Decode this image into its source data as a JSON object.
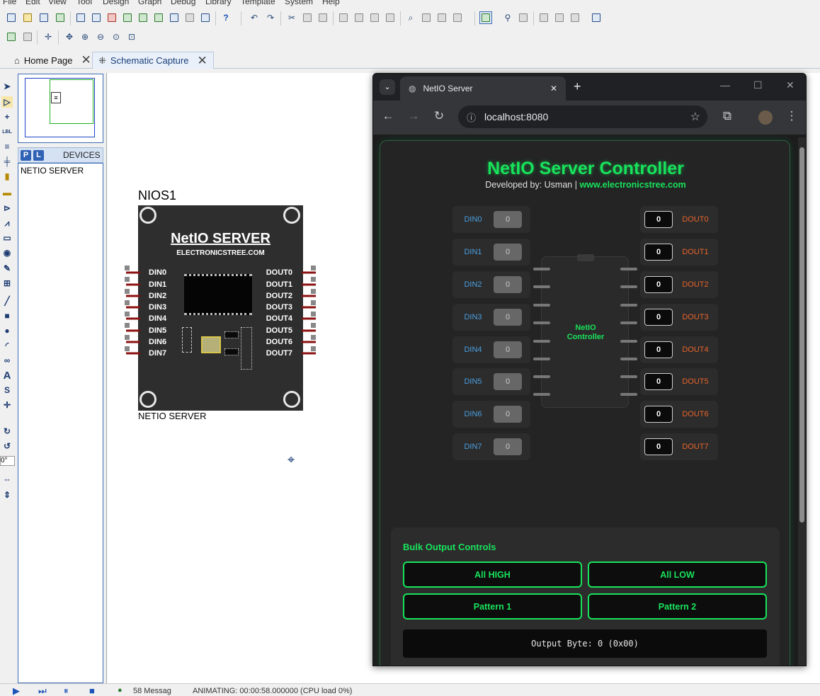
{
  "menu": [
    "File",
    "Edit",
    "View",
    "Tool",
    "Design",
    "Graph",
    "Debug",
    "Library",
    "Template",
    "System",
    "Help"
  ],
  "tabs": [
    {
      "label": "Home Page",
      "icon": "home-icon"
    },
    {
      "label": "Schematic Capture",
      "icon": "schematic-icon"
    }
  ],
  "devices": {
    "p_label": "P",
    "l_label": "L",
    "header": "DEVICES",
    "items": [
      "NETIO SERVER"
    ]
  },
  "schematic": {
    "ref": "NIOS1",
    "component_name": "NETIO SERVER",
    "board_title": "NetIO SERVER",
    "board_subtitle": "ELECTRONICSTREE.COM",
    "left_pins": [
      "DIN0",
      "DIN1",
      "DIN2",
      "DIN3",
      "DIN4",
      "DIN5",
      "DIN6",
      "DIN7"
    ],
    "right_pins": [
      "DOUT0",
      "DOUT1",
      "DOUT2",
      "DOUT3",
      "DOUT4",
      "DOUT5",
      "DOUT6",
      "DOUT7"
    ]
  },
  "rotation": "0°",
  "status": {
    "messages": "58 Messag",
    "text": "ANIMATING: 00:00:58.000000 (CPU load 0%)"
  },
  "browser": {
    "tab_title": "NetIO Server",
    "url": "localhost:8080"
  },
  "app": {
    "title": "NetIO Server Controller",
    "subtitle_prefix": "Developed by: Usman |",
    "subtitle_link": "www.electronicstree.com",
    "chip_label_line1": "NetIO",
    "chip_label_line2": "Controller",
    "inputs": [
      {
        "label": "DIN0",
        "value": "0"
      },
      {
        "label": "DIN1",
        "value": "0"
      },
      {
        "label": "DIN2",
        "value": "0"
      },
      {
        "label": "DIN3",
        "value": "0"
      },
      {
        "label": "DIN4",
        "value": "0"
      },
      {
        "label": "DIN5",
        "value": "0"
      },
      {
        "label": "DIN6",
        "value": "0"
      },
      {
        "label": "DIN7",
        "value": "0"
      }
    ],
    "outputs": [
      {
        "label": "DOUT0",
        "value": "0"
      },
      {
        "label": "DOUT1",
        "value": "0"
      },
      {
        "label": "DOUT2",
        "value": "0"
      },
      {
        "label": "DOUT3",
        "value": "0"
      },
      {
        "label": "DOUT4",
        "value": "0"
      },
      {
        "label": "DOUT5",
        "value": "0"
      },
      {
        "label": "DOUT6",
        "value": "0"
      },
      {
        "label": "DOUT7",
        "value": "0"
      }
    ],
    "bulk": {
      "title": "Bulk Output Controls",
      "all_high": "All HIGH",
      "all_low": "All LOW",
      "pattern1": "Pattern 1",
      "pattern2": "Pattern 2",
      "output_byte": "Output Byte: 0 (0x00)"
    },
    "colors": {
      "accent": "#18e35c",
      "input_label": "#4a9fe0",
      "output_label": "#e8642a"
    }
  }
}
